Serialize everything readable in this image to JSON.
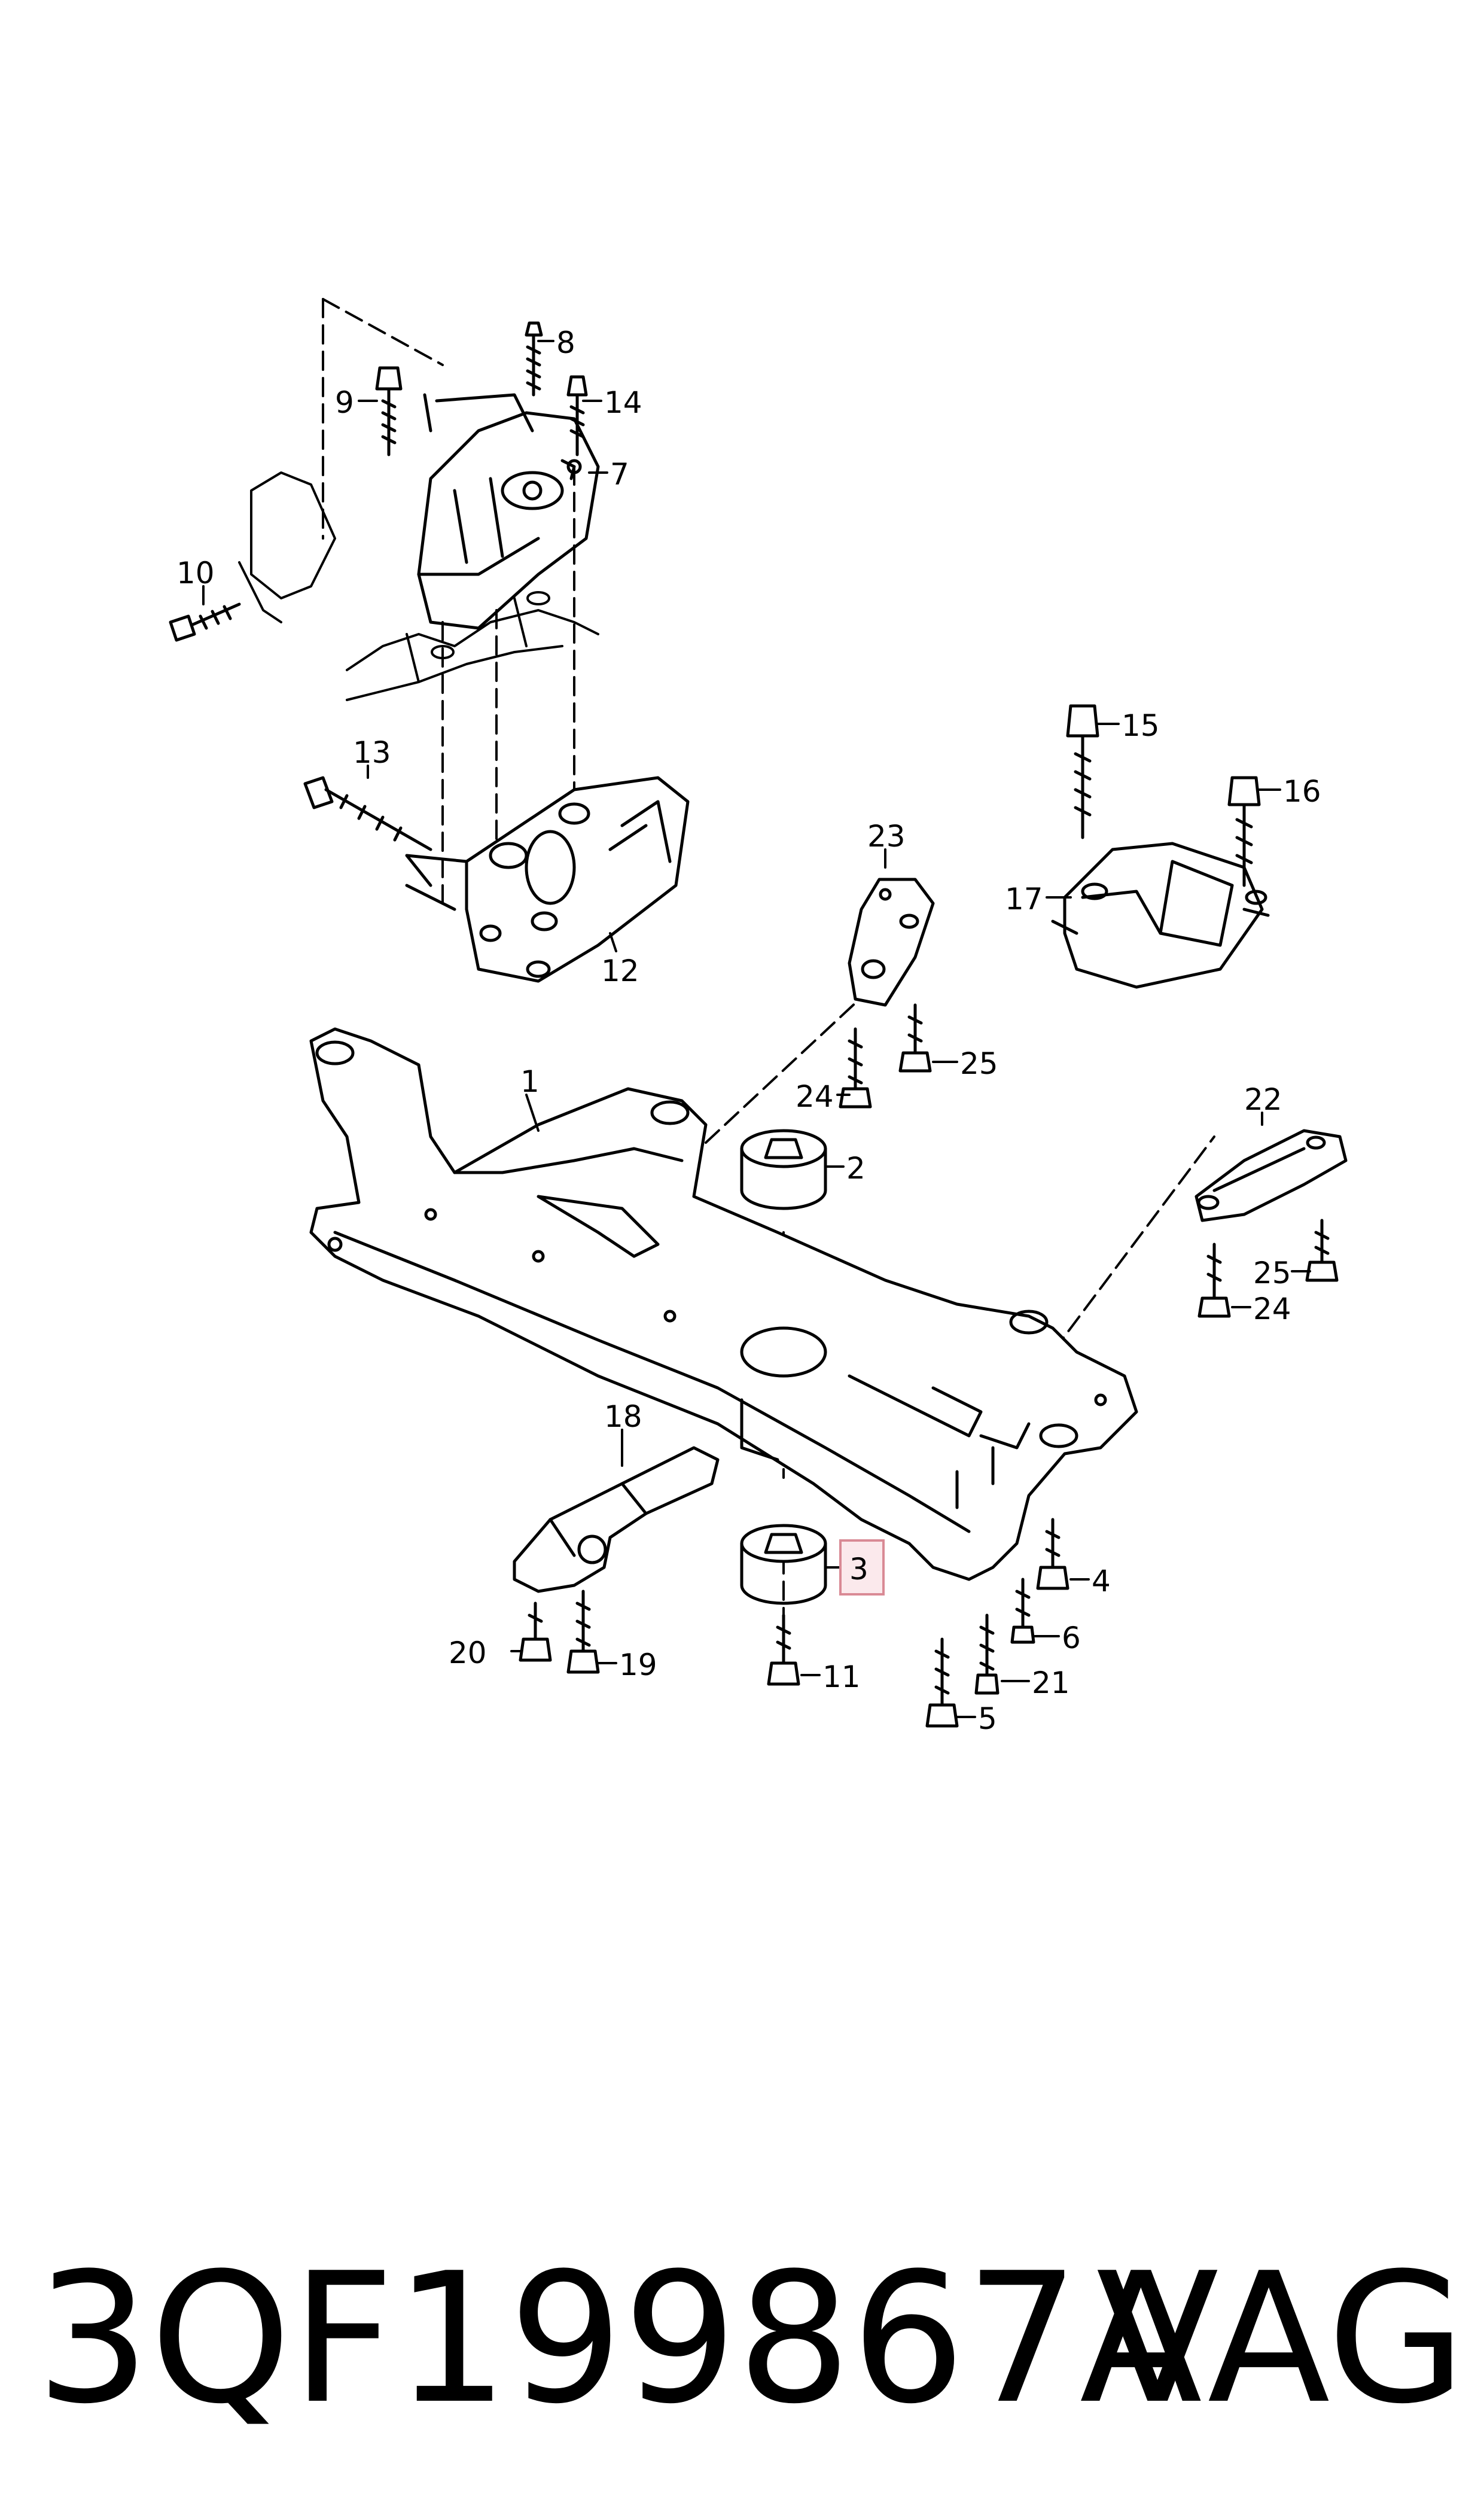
{
  "callouts": [
    {
      "id": "c1",
      "text": "1"
    },
    {
      "id": "c2",
      "text": "2"
    },
    {
      "id": "c3",
      "text": "3"
    },
    {
      "id": "c4",
      "text": "4"
    },
    {
      "id": "c5",
      "text": "5"
    },
    {
      "id": "c6",
      "text": "6"
    },
    {
      "id": "c7",
      "text": "7"
    },
    {
      "id": "c8",
      "text": "8"
    },
    {
      "id": "c9",
      "text": "9"
    },
    {
      "id": "c10",
      "text": "10"
    },
    {
      "id": "c11",
      "text": "11"
    },
    {
      "id": "c12",
      "text": "12"
    },
    {
      "id": "c13",
      "text": "13"
    },
    {
      "id": "c14",
      "text": "14"
    },
    {
      "id": "c15",
      "text": "15"
    },
    {
      "id": "c16",
      "text": "16"
    },
    {
      "id": "c17",
      "text": "17"
    },
    {
      "id": "c18",
      "text": "18"
    },
    {
      "id": "c19",
      "text": "19"
    },
    {
      "id": "c20",
      "text": "20"
    },
    {
      "id": "c21",
      "text": "21"
    },
    {
      "id": "c22",
      "text": "22"
    },
    {
      "id": "c23",
      "text": "23"
    },
    {
      "id": "c24a",
      "text": "24"
    },
    {
      "id": "c24b",
      "text": "24"
    },
    {
      "id": "c25a",
      "text": "25"
    },
    {
      "id": "c25b",
      "text": "25"
    }
  ],
  "highlighted_callout": "3",
  "highlight_color": "#e0a0a8",
  "caption": {
    "part_number": "3QF199867A",
    "brand": "VAG"
  }
}
